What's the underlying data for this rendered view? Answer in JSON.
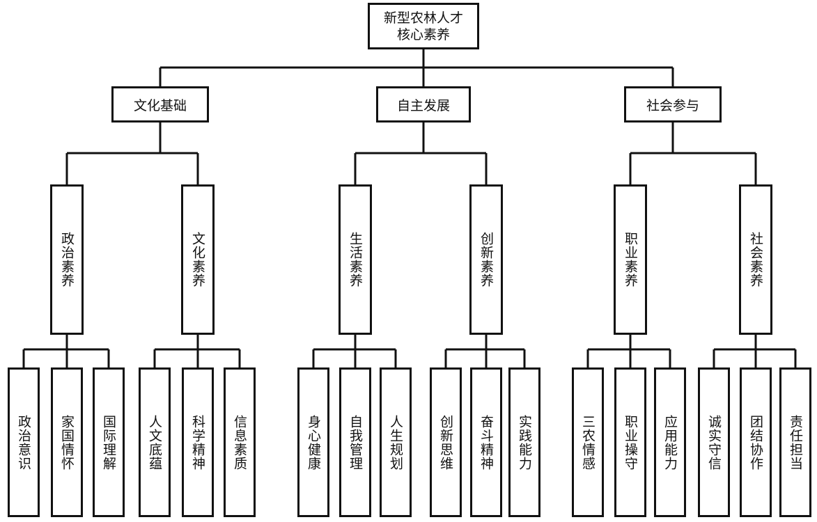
{
  "root": {
    "line1": "新型农林人才",
    "line2": "核心素养"
  },
  "level1": [
    {
      "label": "文化基础"
    },
    {
      "label": "自主发展"
    },
    {
      "label": "社会参与"
    }
  ],
  "level2": [
    {
      "label": "政治素养"
    },
    {
      "label": "文化素养"
    },
    {
      "label": "生活素养"
    },
    {
      "label": "创新素养"
    },
    {
      "label": "职业素养"
    },
    {
      "label": "社会素养"
    }
  ],
  "level3": [
    {
      "label": "政治意识"
    },
    {
      "label": "家国情怀"
    },
    {
      "label": "国际理解"
    },
    {
      "label": "人文底蕴"
    },
    {
      "label": "科学精神"
    },
    {
      "label": "信息素质"
    },
    {
      "label": "身心健康"
    },
    {
      "label": "自我管理"
    },
    {
      "label": "人生规划"
    },
    {
      "label": "创新思维"
    },
    {
      "label": "奋斗精神"
    },
    {
      "label": "实践能力"
    },
    {
      "label": "三农情感"
    },
    {
      "label": "职业操守"
    },
    {
      "label": "应用能力"
    },
    {
      "label": "诚实守信"
    },
    {
      "label": "团结协作"
    },
    {
      "label": "责任担当"
    }
  ]
}
